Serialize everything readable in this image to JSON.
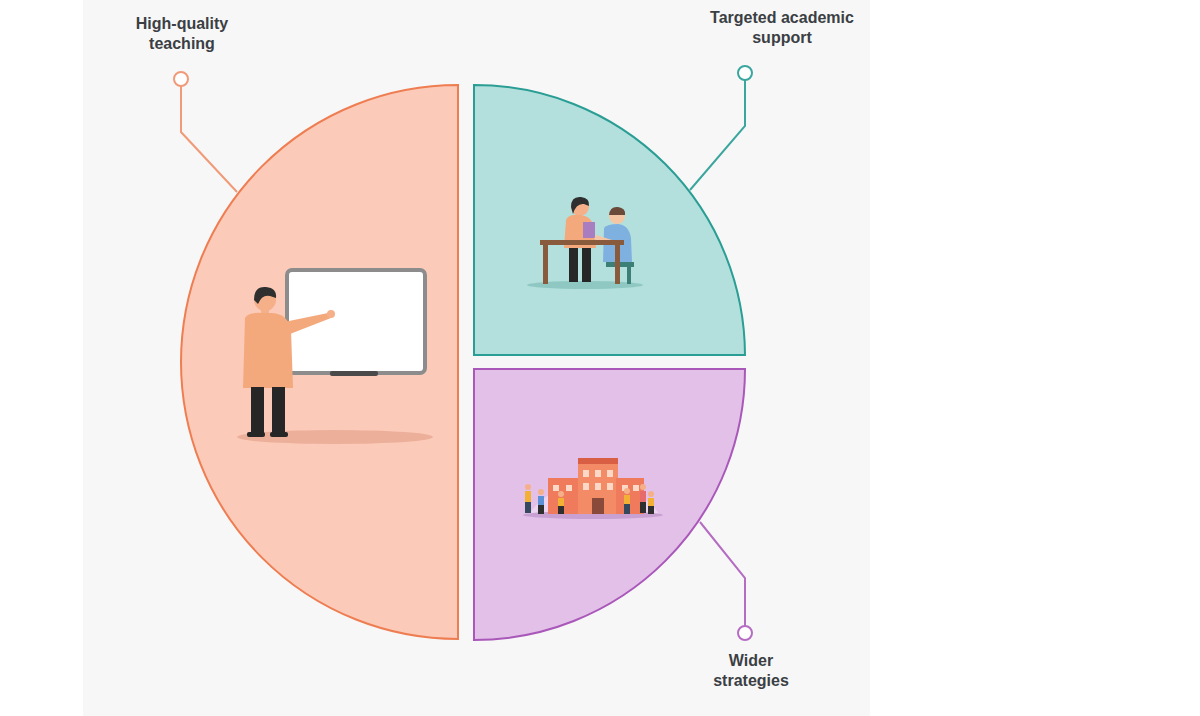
{
  "diagram": {
    "labels": [
      "High-quality teaching",
      "Targeted academic support",
      "Wider strategies"
    ]
  }
}
